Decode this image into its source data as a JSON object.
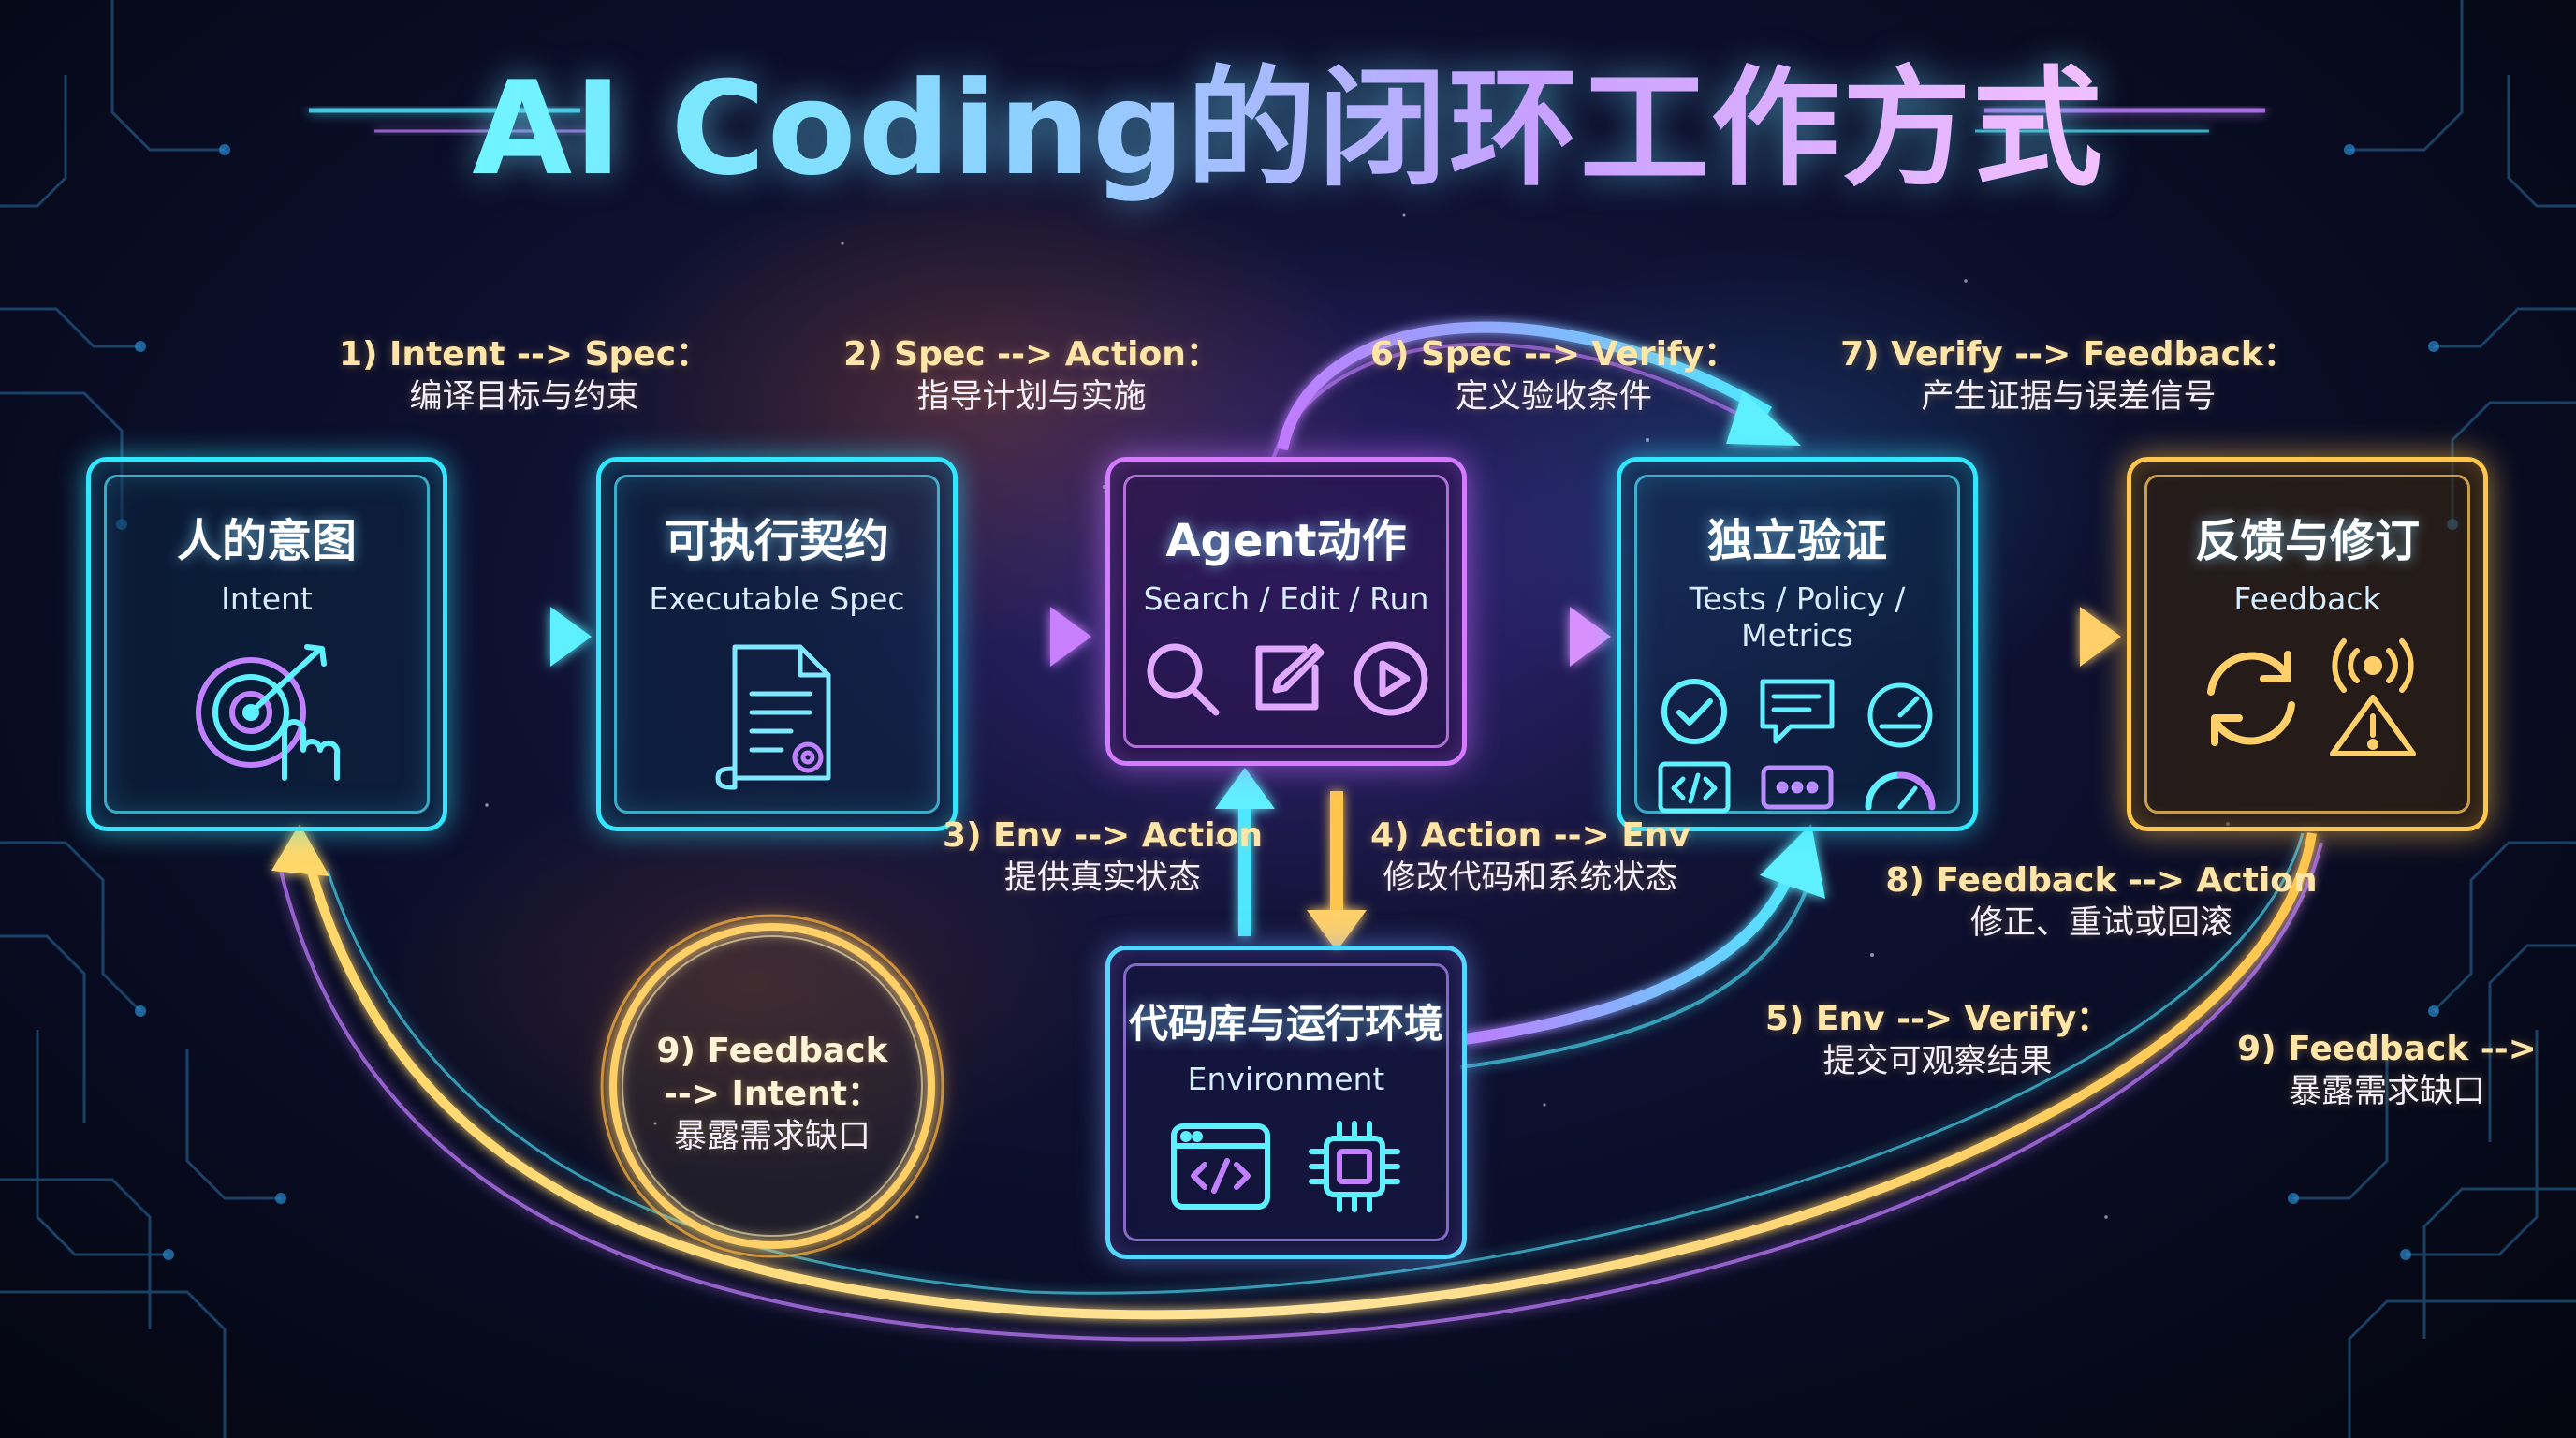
{
  "title": "AI Coding的闭环工作方式",
  "nodes": {
    "intent": {
      "zh": "人的意图",
      "en": "Intent",
      "icon": "target-hand-icon"
    },
    "spec": {
      "zh": "可执行契约",
      "en": "Executable Spec",
      "icon": "document-icon"
    },
    "agent": {
      "zh": "Agent动作",
      "en": "Search / Edit / Run",
      "icons": [
        "search-icon",
        "edit-icon",
        "play-icon"
      ]
    },
    "verify": {
      "zh": "独立验证",
      "en": "Tests / Policy / Metrics",
      "icons": [
        "check-circle-icon",
        "message-icon",
        "gauge-icon",
        "code-icon",
        "dots-icon",
        "meter-icon"
      ]
    },
    "feedback": {
      "zh": "反馈与修订",
      "en": "Feedback",
      "icons": [
        "cycle-icon",
        "alert-signal-icon"
      ]
    },
    "env": {
      "zh": "代码库与运行环境",
      "en": "Environment",
      "icons": [
        "code-window-icon",
        "chip-icon"
      ]
    }
  },
  "edges": {
    "e1": {
      "head": "1) Intent --> Spec：",
      "sub": "编译目标与约束"
    },
    "e2": {
      "head": "2) Spec --> Action：",
      "sub": "指导计划与实施"
    },
    "e3": {
      "head": "3) Env --> Action",
      "sub": "提供真实状态"
    },
    "e4": {
      "head": "4) Action --> Env",
      "sub": "修改代码和系统状态"
    },
    "e5": {
      "head": "5) Env --> Verify：",
      "sub": "提交可观察结果"
    },
    "e6": {
      "head": "6) Spec --> Verify：",
      "sub": "定义验收条件"
    },
    "e7": {
      "head": "7) Verify --> Feedback：",
      "sub": "产生证据与误差信号"
    },
    "e8": {
      "head": "8) Feedback --> Action",
      "sub": "修正、重试或回滚"
    },
    "e9a": {
      "head": "9) Feedback",
      "mid": "--> Intent：",
      "sub": "暴露需求缺口"
    },
    "e9b": {
      "head": "9) Feedback -->",
      "sub": "暴露需求缺口"
    }
  },
  "colors": {
    "cyan": "#33e6ff",
    "violet": "#d57bff",
    "gold": "#ffc64d",
    "background": "#070a1c"
  }
}
